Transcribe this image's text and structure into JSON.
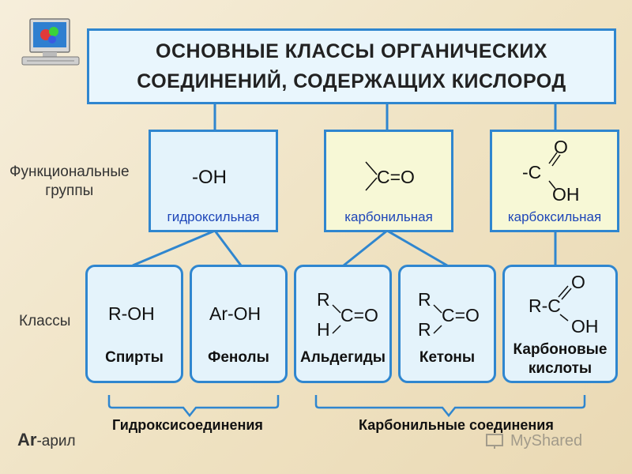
{
  "title": {
    "line1": "ОСНОВНЫЕ КЛАССЫ ОРГАНИЧЕСКИХ",
    "line2": "СОЕДИНЕНИЙ, СОДЕРЖАЩИХ КИСЛОРОД"
  },
  "side_labels": {
    "functional_groups_line1": "Функциональные",
    "functional_groups_line2": "группы",
    "classes": "Классы",
    "aryl_prefix": "Ar",
    "aryl_suffix": "-арил"
  },
  "groups": [
    {
      "formula": "-OH",
      "name": "гидроксильная"
    },
    {
      "formula": "C=O",
      "name": "карбонильная"
    },
    {
      "formula_top": "O",
      "formula_mid": "-C",
      "formula_bot": "OH",
      "name": "карбоксильная"
    }
  ],
  "classes": [
    {
      "formula": "R-OH",
      "label": "Спирты"
    },
    {
      "formula": "Ar-OH",
      "label": "Фенолы"
    },
    {
      "top": "R",
      "bottom": "H",
      "right": "C=O",
      "label": "Альдегиды"
    },
    {
      "top": "R",
      "bottom": "R",
      "right": "C=O",
      "label": "Кетоны"
    },
    {
      "left": "R-C",
      "top": "O",
      "bottom": "OH",
      "label_line1": "Карбоновые",
      "label_line2": "кислоты"
    }
  ],
  "brackets": {
    "hydroxy": "Гидроксисоединения",
    "carbonyl": "Карбонильные соединения"
  },
  "watermark": "MyShared",
  "colors": {
    "border": "#2f86cf",
    "group_name": "#1d45b8",
    "title_bg": "#e9f6fd"
  }
}
